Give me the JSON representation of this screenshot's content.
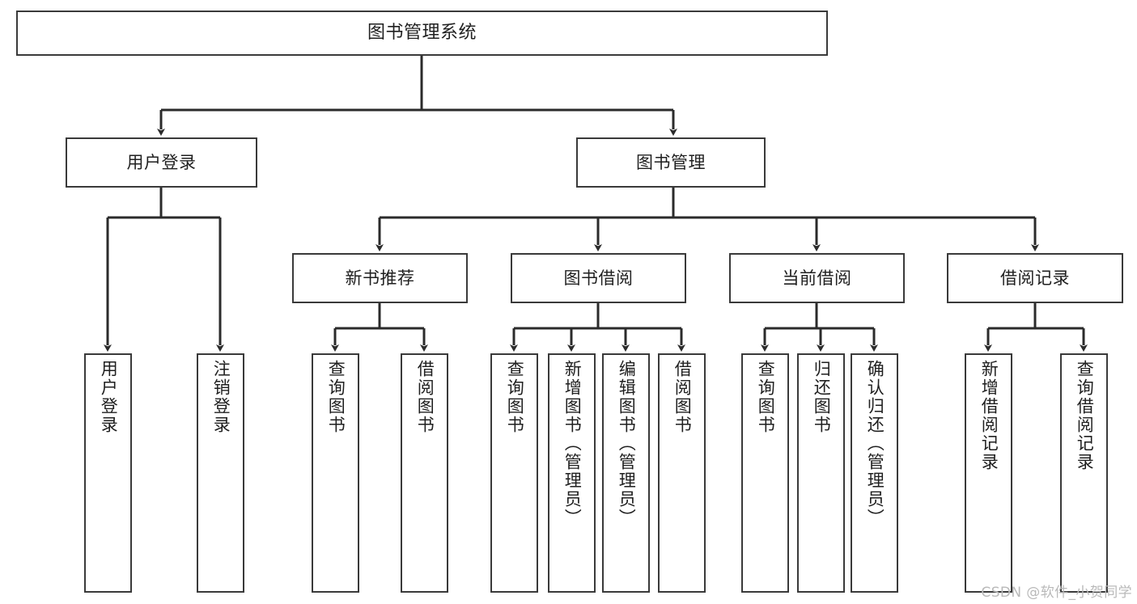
{
  "diagram": {
    "title": "图书管理系统",
    "type": "tree-hierarchy",
    "root": {
      "label": "图书管理系统"
    },
    "level2": [
      {
        "label": "用户登录"
      },
      {
        "label": "图书管理"
      }
    ],
    "level3": [
      {
        "label": "新书推荐"
      },
      {
        "label": "图书借阅"
      },
      {
        "label": "当前借阅"
      },
      {
        "label": "借阅记录"
      }
    ],
    "leaves": {
      "user_login": [
        {
          "label": "用户登录"
        },
        {
          "label": "注销登录"
        }
      ],
      "new_book_recommend": [
        {
          "label": "查询图书"
        },
        {
          "label": "借阅图书"
        }
      ],
      "book_borrow": [
        {
          "label": "查询图书"
        },
        {
          "label": "新增图书（管理员）"
        },
        {
          "label": "编辑图书（管理员）"
        },
        {
          "label": "借阅图书"
        }
      ],
      "current_borrow": [
        {
          "label": "查询图书"
        },
        {
          "label": "归还图书"
        },
        {
          "label": "确认归还（管理员）"
        }
      ],
      "borrow_record": [
        {
          "label": "新增借阅记录"
        },
        {
          "label": "查询借阅记录"
        }
      ]
    }
  },
  "watermark": {
    "text": "CSDN @软件_小贺同学"
  },
  "colors": {
    "border": "#3a3a3a",
    "line": "#2b2b2b",
    "text": "#1f1f1f",
    "background": "#ffffff",
    "watermark": "#b9b9b9"
  }
}
